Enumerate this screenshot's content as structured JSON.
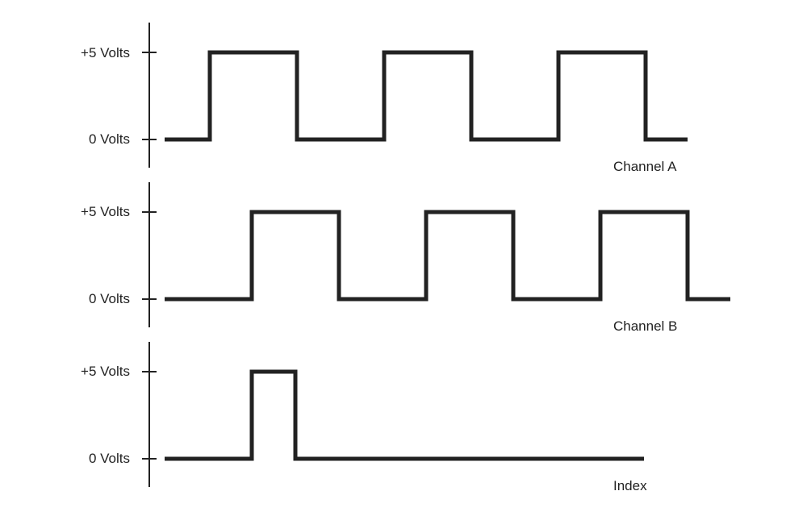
{
  "levels": {
    "high": "+5 Volts",
    "low": "0 Volts"
  },
  "channels": [
    {
      "name": "Channel A",
      "pulses": [
        [
          1.0,
          2.0
        ],
        [
          3.0,
          4.0
        ],
        [
          5.0,
          6.0
        ]
      ],
      "end": 6.5
    },
    {
      "name": "Channel B",
      "pulses": [
        [
          1.0,
          2.0
        ],
        [
          3.0,
          4.0
        ],
        [
          5.0,
          6.0
        ]
      ],
      "end": 6.5
    },
    {
      "name": "Index",
      "pulses": [
        [
          2.0,
          2.5
        ]
      ],
      "end": 6.5
    }
  ],
  "colors": {
    "ink": "#222222"
  }
}
